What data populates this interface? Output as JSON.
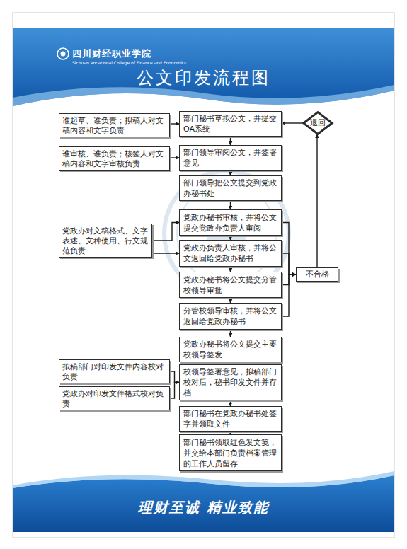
{
  "diagram": {
    "title": "公文印发流程图",
    "nodes": [
      {
        "text": [
          "谁起草、谁负责；拟稿人对文稿内容和文字负责"
        ]
      },
      {
        "text": [
          "部门秘书草拟公文，并提交OA系统"
        ]
      },
      {
        "text": [
          "退回"
        ]
      },
      {
        "text": [
          "谁审核、谁负责；核签人对文稿内容和文字审核负责"
        ]
      },
      {
        "text": [
          "部门领导审阅公文，并签署意见"
        ]
      },
      {
        "text": [
          "部门领导把公文提交到党政办秘书处"
        ]
      },
      {
        "text": [
          "党政办对文稿格式、文字表述、文种使用、行文规范负责"
        ]
      },
      {
        "text": [
          "党政办秘书审核，并将公文提交党政办负责人审阅"
        ]
      },
      {
        "text": [
          "党政办负责人审核，并将公文返回给党政办秘书"
        ]
      },
      {
        "text": [
          "党政办秘书将公文提交分管校领导审批"
        ]
      },
      {
        "text": [
          "分管校领导审核，并将公文返回给党政办秘书"
        ]
      },
      {
        "text": [
          "不合格"
        ]
      },
      {
        "text": [
          "党政办秘书将公文提交主要校领导签发"
        ]
      },
      {
        "text": [
          "拟稿部门对印发文件内容校对负责"
        ]
      },
      {
        "text": [
          "党政办对印发文件格式校对负责"
        ]
      },
      {
        "text": [
          "校领导签署意见，拟稿部门校对后，秘书印发文件并存档"
        ]
      },
      {
        "text": [
          "部门秘书在党政办秘书处签字并领取文件"
        ]
      },
      {
        "text": [
          "部门秘书领取红色发文笺，并交给本部门负责档案管理的工作人员留存"
        ]
      }
    ],
    "edges": [
      {
        "from": 0,
        "to": 1,
        "arrow": "to"
      },
      {
        "from": 3,
        "to": 4,
        "arrow": "to"
      },
      {
        "from": 6,
        "to": 7,
        "arrow": "to"
      },
      {
        "from": 6,
        "to": 8,
        "arrow": "to"
      },
      {
        "from": 13,
        "to": 15,
        "arrow": "to"
      },
      {
        "from": 14,
        "to": 15,
        "arrow": "to"
      },
      {
        "from": 1,
        "to": 4,
        "arrow": "to"
      },
      {
        "from": 4,
        "to": 5,
        "arrow": "to"
      },
      {
        "from": 5,
        "to": 7,
        "arrow": "to"
      },
      {
        "from": 7,
        "to": 8,
        "arrow": "to"
      },
      {
        "from": 8,
        "to": 9,
        "arrow": "to"
      },
      {
        "from": 9,
        "to": 10,
        "arrow": "to"
      },
      {
        "from": 10,
        "to": 12,
        "arrow": "to"
      },
      {
        "from": 12,
        "to": 15,
        "arrow": "to"
      },
      {
        "from": 15,
        "to": 16,
        "arrow": "to"
      },
      {
        "from": 16,
        "to": 17,
        "arrow": "to"
      },
      {
        "from": 7,
        "to": 11,
        "arrow": "to"
      },
      {
        "from": 8,
        "to": 11,
        "arrow": "to"
      },
      {
        "from": 9,
        "to": 11,
        "arrow": "to"
      },
      {
        "from": 10,
        "to": 11,
        "arrow": "to"
      },
      {
        "from": 11,
        "to": 2,
        "arrow": "to"
      },
      {
        "from": 2,
        "to": 1,
        "arrow": "to"
      }
    ],
    "labels": [
      "四川财经职业学院",
      "Sichuan Vocational College of Finance and Economics",
      "理财至诚 精业致能"
    ]
  }
}
